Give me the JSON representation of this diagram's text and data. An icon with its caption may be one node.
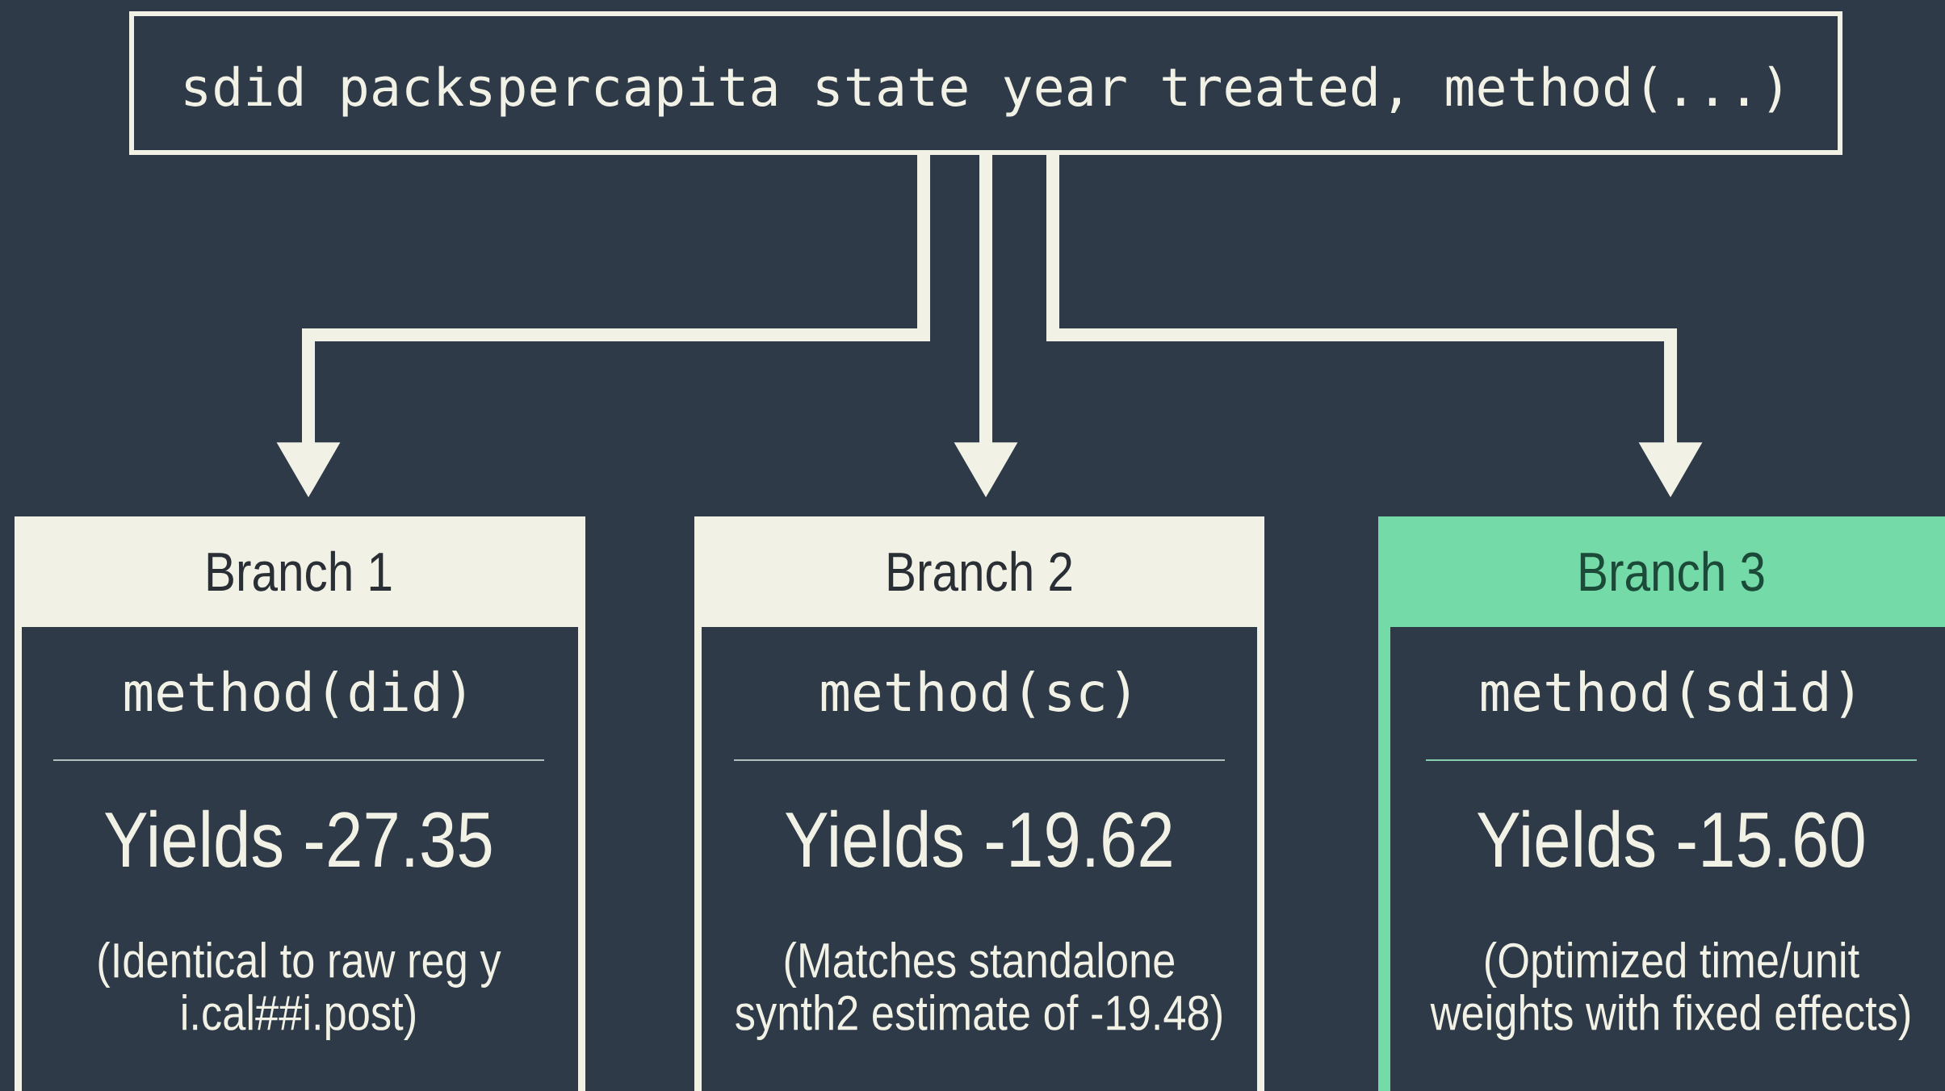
{
  "diagram": {
    "nodes": [
      {
        "text": [
          "sdid packspercapita state year treated, method(...)"
        ]
      },
      {
        "text": [
          "Branch 1",
          "method(did)",
          "Yields -27.35",
          "(Identical to raw reg y i.cal##i.post)"
        ]
      },
      {
        "text": [
          "Branch 2",
          "method(sc)",
          "Yields -19.62",
          "(Matches standalone synth2 estimate of -19.48)"
        ]
      },
      {
        "text": [
          "Branch 3",
          "method(sdid)",
          "Yields -15.60",
          "(Optimized time/unit weights with fixed effects)"
        ]
      }
    ],
    "edges": [
      {
        "from": 0,
        "to": 1,
        "arrow": "to"
      },
      {
        "from": 0,
        "to": 2,
        "arrow": "to"
      },
      {
        "from": 0,
        "to": 3,
        "arrow": "to"
      }
    ]
  }
}
